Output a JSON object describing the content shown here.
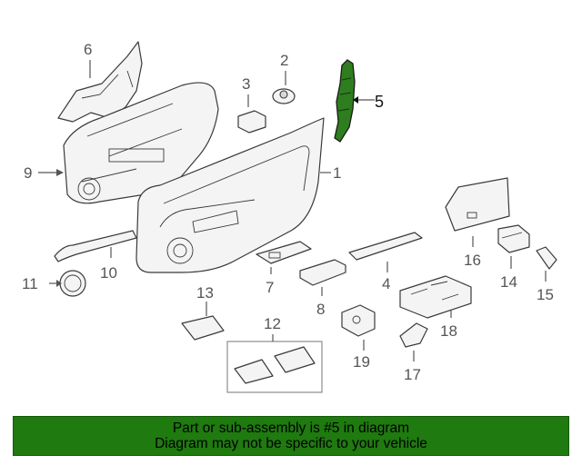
{
  "diagram": {
    "highlight_color": "#2e7d1e",
    "callouts": [
      "1",
      "2",
      "3",
      "4",
      "5",
      "6",
      "7",
      "8",
      "9",
      "10",
      "11",
      "12",
      "13",
      "14",
      "15",
      "16",
      "17",
      "18",
      "19"
    ],
    "highlighted_callout": "5"
  },
  "footer": {
    "line1": "Part or sub-assembly is #5 in diagram",
    "line2": "Diagram may not be specific to your vehicle",
    "background_color": "#1f7a0f"
  }
}
